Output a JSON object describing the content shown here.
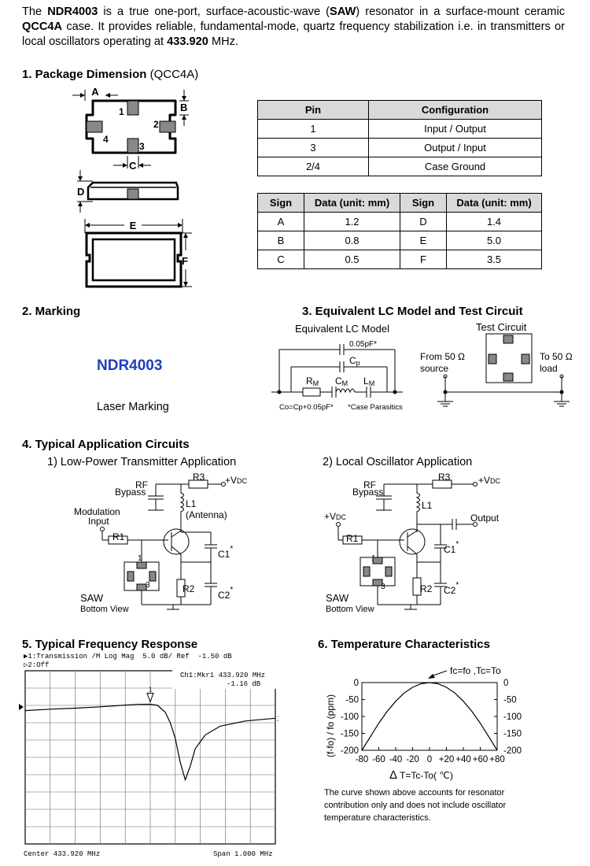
{
  "intro": {
    "p1": "The ",
    "product": "NDR4003",
    "p2": " is a true one-port, surface-acoustic-wave (",
    "saw": "SAW",
    "p3": ") resonator in a surface-mount ceramic ",
    "case": "QCC4A",
    "p4": " case. It provides reliable, fundamental-mode, quartz frequency stabilization i.e. in transmitters or local oscillators operating at ",
    "freq": "433.920",
    "p5": " MHz."
  },
  "section1": {
    "title": "1. Package Dimension",
    "package": "(QCC4A)",
    "drawing_labels": {
      "A": "A",
      "B": "B",
      "C": "C",
      "D": "D",
      "E": "E",
      "F": "F",
      "pin1": "1",
      "pin2": "2",
      "pin3": "3",
      "pin4": "4"
    },
    "pin_table": {
      "headers": [
        "Pin",
        "Configuration"
      ],
      "rows": [
        [
          "1",
          "Input / Output"
        ],
        [
          "3",
          "Output / Input"
        ],
        [
          "2/4",
          "Case Ground"
        ]
      ]
    },
    "dim_table": {
      "headers": [
        "Sign",
        "Data (unit: mm)",
        "Sign",
        "Data (unit: mm)"
      ],
      "rows": [
        [
          "A",
          "1.2",
          "D",
          "1.4"
        ],
        [
          "B",
          "0.8",
          "E",
          "5.0"
        ],
        [
          "C",
          "0.5",
          "F",
          "3.5"
        ]
      ]
    }
  },
  "section2": {
    "title": "2. Marking",
    "marking": "NDR4003",
    "caption": "Laser Marking",
    "marking_color": "#1f3fbf"
  },
  "section3": {
    "title": "3. Equivalent LC Model and Test Circuit",
    "lc_title": "Equivalent LC Model",
    "test_title": "Test   Circuit",
    "cap1": "0.05pF*",
    "cp": "C",
    "cp_sub": "p",
    "rm": "R",
    "rm_sub": "M",
    "cm": "C",
    "cm_sub": "M",
    "lm": "L",
    "lm_sub": "M",
    "footnote1": "Co=Cp+0.05pF*",
    "footnote2": "*Case Parasitics",
    "from_line1": "From 50 Ω",
    "from_line2": "source",
    "to_line1": "To 50 Ω",
    "to_line2": "load"
  },
  "section4": {
    "title": "4. Typical Application Circuits",
    "tx_title": "1) Low-Power Transmitter Application",
    "lo_title": "2) Local Oscillator Application",
    "labels": {
      "rf": "RF",
      "bypass": "Bypass",
      "r3": "R3",
      "vdc": "+V",
      "vdc_sub": "DC",
      "l1": "L1",
      "antenna": "(Antenna)",
      "modulation": "Modulation",
      "input": "Input",
      "r1": "R1",
      "c1": "C1",
      "c2": "C2",
      "r2": "R2",
      "saw": "SAW",
      "bottom_view": "Bottom View",
      "output": "Output",
      "star": "*",
      "p1": "1",
      "p3": "3"
    }
  },
  "section5": {
    "title": "5. Typical Frequency Response",
    "line1": "▶1:Transmission /M Log Mag  5.0 dB/ Ref  -1.50 dB",
    "line2": "▷2:Off",
    "marker1": "Ch1:Mkr1   433.920 MHz",
    "marker2": "-1.16 dB",
    "footer_left": "Center 433.920 MHz",
    "footer_right": "Span 1.000 MHz",
    "trace_end_label": "1",
    "marker_label": "1"
  },
  "section6": {
    "title": "6. Temperature Characteristics",
    "peak_label": "fc=fo ,Tc=To",
    "y_ticks": [
      "0",
      "-50",
      "-100",
      "-150",
      "-200"
    ],
    "y_ticks_right": [
      "0",
      "-50",
      "-100",
      "-150",
      "-200"
    ],
    "x_ticks": [
      "-80",
      "-60",
      "-40",
      "-20",
      "0",
      "+20",
      "+40",
      "+60",
      "+80"
    ],
    "ylabel": "(f-fo) / fo  (ppm)",
    "xlabel_delta": "Δ",
    "xlabel": "T=Tc-To( ℃)",
    "note": "The curve shown above accounts for resonator contribution only and does not include oscillator temperature characteristics."
  },
  "chart_data": [
    {
      "type": "line",
      "title": "5. Typical Frequency Response",
      "xlabel": "",
      "ylabel": "",
      "x": [
        433.42,
        433.52,
        433.62,
        433.72,
        433.82,
        433.87,
        433.92,
        433.95,
        433.98,
        434.0,
        434.02,
        434.04,
        434.06,
        434.08,
        434.1,
        434.14,
        434.2,
        434.3,
        434.42
      ],
      "y": [
        -3.0,
        -2.6,
        -2.3,
        -1.9,
        -1.4,
        -1.2,
        -1.16,
        -1.5,
        -3.5,
        -6.5,
        -11,
        -18,
        -23.0,
        -19,
        -14,
        -10,
        -7.5,
        -6.0,
        -5.2
      ],
      "xlim": [
        433.42,
        434.42
      ],
      "ylim": [
        -41.5,
        8.5
      ],
      "grid": true
    },
    {
      "type": "line",
      "title": "6. Temperature Characteristics",
      "xlabel": "T=Tc-To( ℃)",
      "ylabel": "(f-fo) / fo  (ppm)",
      "x": [
        -80,
        -70,
        -60,
        -50,
        -40,
        -30,
        -20,
        -10,
        0,
        10,
        20,
        30,
        40,
        50,
        60,
        70,
        80
      ],
      "y": [
        -205,
        -160,
        -120,
        -85,
        -55,
        -31,
        -14,
        -3.5,
        0,
        -3.5,
        -14,
        -31,
        -55,
        -85,
        -120,
        -160,
        -205
      ],
      "xlim": [
        -80,
        80
      ],
      "ylim": [
        -200,
        0
      ],
      "grid": false
    }
  ]
}
